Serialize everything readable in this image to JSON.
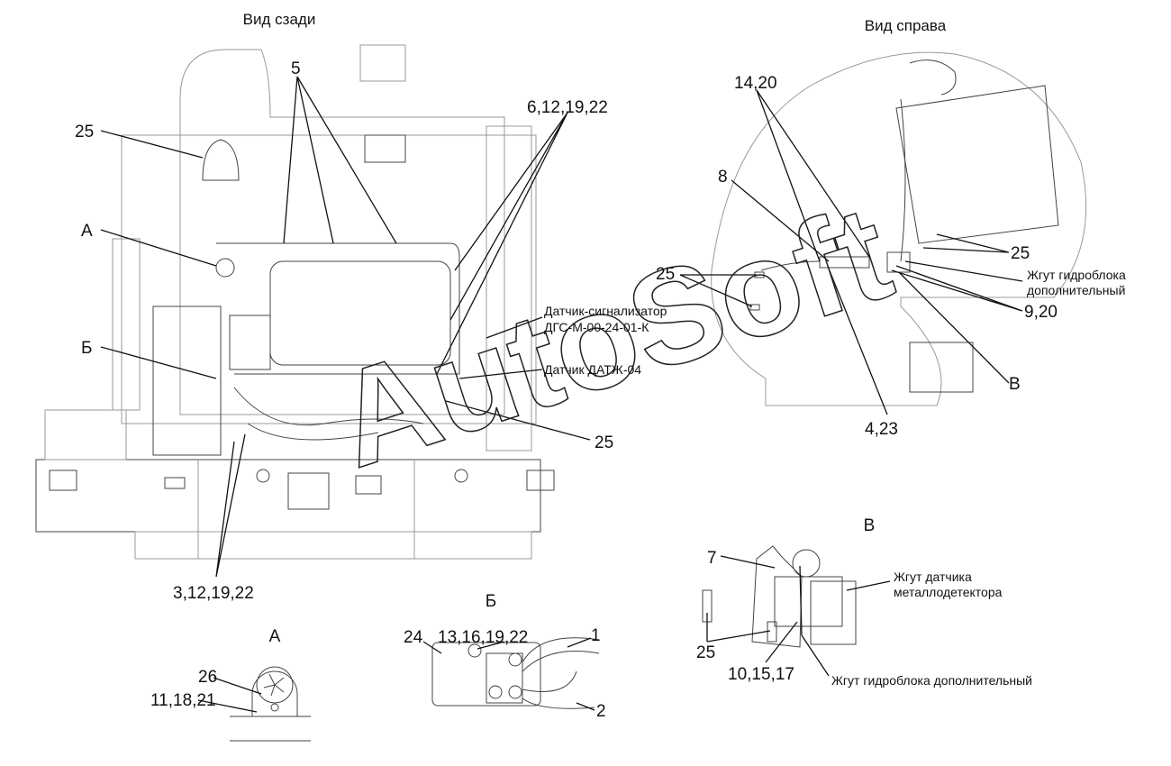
{
  "views": {
    "rear_title": "Вид сзади",
    "right_title": "Вид справа",
    "detail_a_title": "А",
    "detail_b_title": "Б",
    "detail_v_title": "В"
  },
  "rear_labels": {
    "l5": "5",
    "l25a": "25",
    "l6": "6,12,19,22",
    "lA": "А",
    "lB": "Б",
    "sensor1_line1": "Датчик-сигнализатор",
    "sensor1_line2": "ДГС-М-00-24-01-К",
    "sensor2": "Датчик ДАТЖ-04",
    "l25b": "25",
    "l3": "3,12,19,22"
  },
  "right_labels": {
    "l14": "14,20",
    "l8": "8",
    "l25a": "25",
    "harness_line1": "Жгут гидроблока",
    "harness_line2": "дополнительный",
    "l9": "9,20",
    "l25b": "25",
    "lV": "В",
    "l4": "4,23"
  },
  "detail_v_labels": {
    "l7": "7",
    "metal_line1": "Жгут датчика",
    "metal_line2": "металлодетектора",
    "l25": "25",
    "l10": "10,15,17",
    "harness": "Жгут гидроблока дополнительный"
  },
  "detail_a_labels": {
    "l26": "26",
    "l11": "11,18,21"
  },
  "detail_b_labels": {
    "l24": "24",
    "l13": "13,16,19,22",
    "l1": "1",
    "l2": "2"
  },
  "watermark": "AutoSoft"
}
